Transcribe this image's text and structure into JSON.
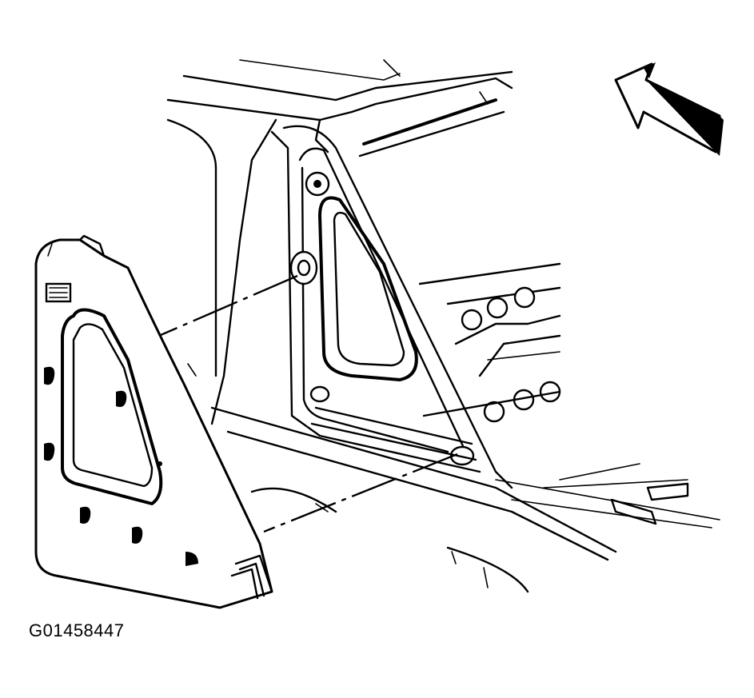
{
  "figure": {
    "id_label": "G01458447",
    "icons": {
      "direction_arrow": "front-direction-arrow-icon",
      "trim_panel": "pillar-trim-panel",
      "body_structure": "vehicle-body-pillar-structure"
    },
    "colors": {
      "line": "#000000",
      "background": "#ffffff"
    }
  }
}
